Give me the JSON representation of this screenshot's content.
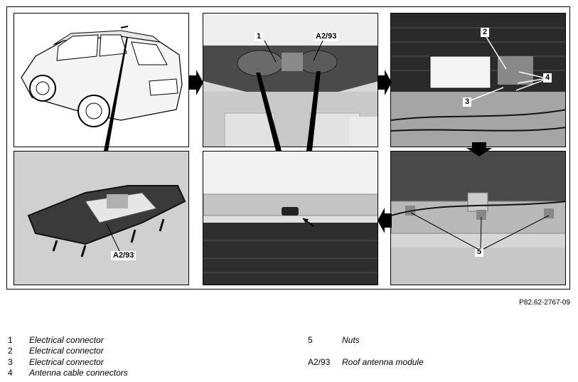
{
  "figure_ref": "P82.62-2767-09",
  "panels": {
    "p2": {
      "label_1": "1",
      "label_2": "A2/93"
    },
    "p3": {
      "label_1": "2",
      "label_2": "4",
      "label_3": "3"
    },
    "p4": {
      "label_1": "A2/93"
    },
    "p6": {
      "label_1": "5"
    }
  },
  "legend": [
    {
      "id": "1",
      "text": "Electrical connector"
    },
    {
      "id": "2",
      "text": "Electrical connector"
    },
    {
      "id": "3",
      "text": "Electrical connector"
    },
    {
      "id": "4",
      "text": "Antenna cable connectors"
    },
    {
      "id": "5",
      "text": "Nuts"
    },
    {
      "id": "A2/93",
      "text": "Roof antenna module"
    }
  ]
}
